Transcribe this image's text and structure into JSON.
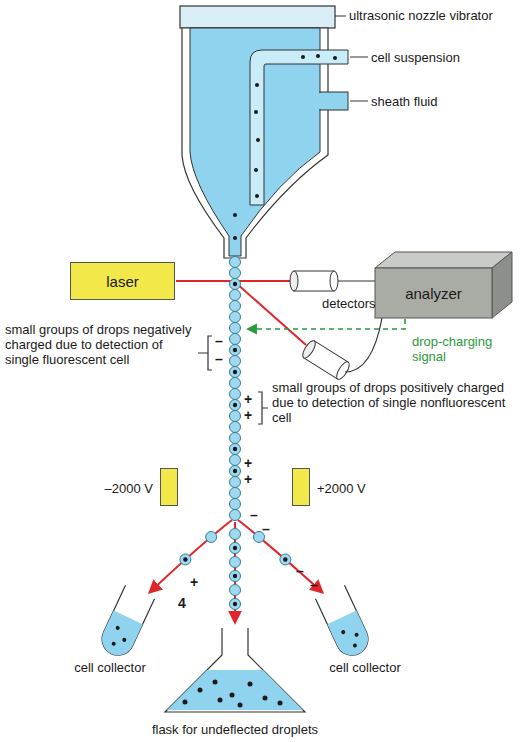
{
  "diagram": {
    "nodes": [
      {
        "text": [
          "laser"
        ]
      },
      {
        "text": [
          "analyzer"
        ]
      },
      {
        "text": [
          "–2000 V"
        ]
      },
      {
        "text": [
          "+2000 V"
        ]
      },
      {
        "text": [
          "cell collector"
        ]
      },
      {
        "text": [
          "flask for undeflected droplets"
        ]
      },
      {
        "text": [
          "cell collector"
        ]
      }
    ],
    "labels": [
      "ultrasonic nozzle vibrator",
      "cell suspension",
      "sheath fluid",
      "detectors",
      "drop-charging signal",
      "small groups of drops negatively charged due to detection of single fluorescent cell",
      "small groups of drops positively charged due to detection of single nonfluorescent cell",
      "–",
      "–",
      "+",
      "+",
      "+",
      "+",
      "–",
      "–",
      "+",
      "4",
      "–",
      "–"
    ]
  }
}
